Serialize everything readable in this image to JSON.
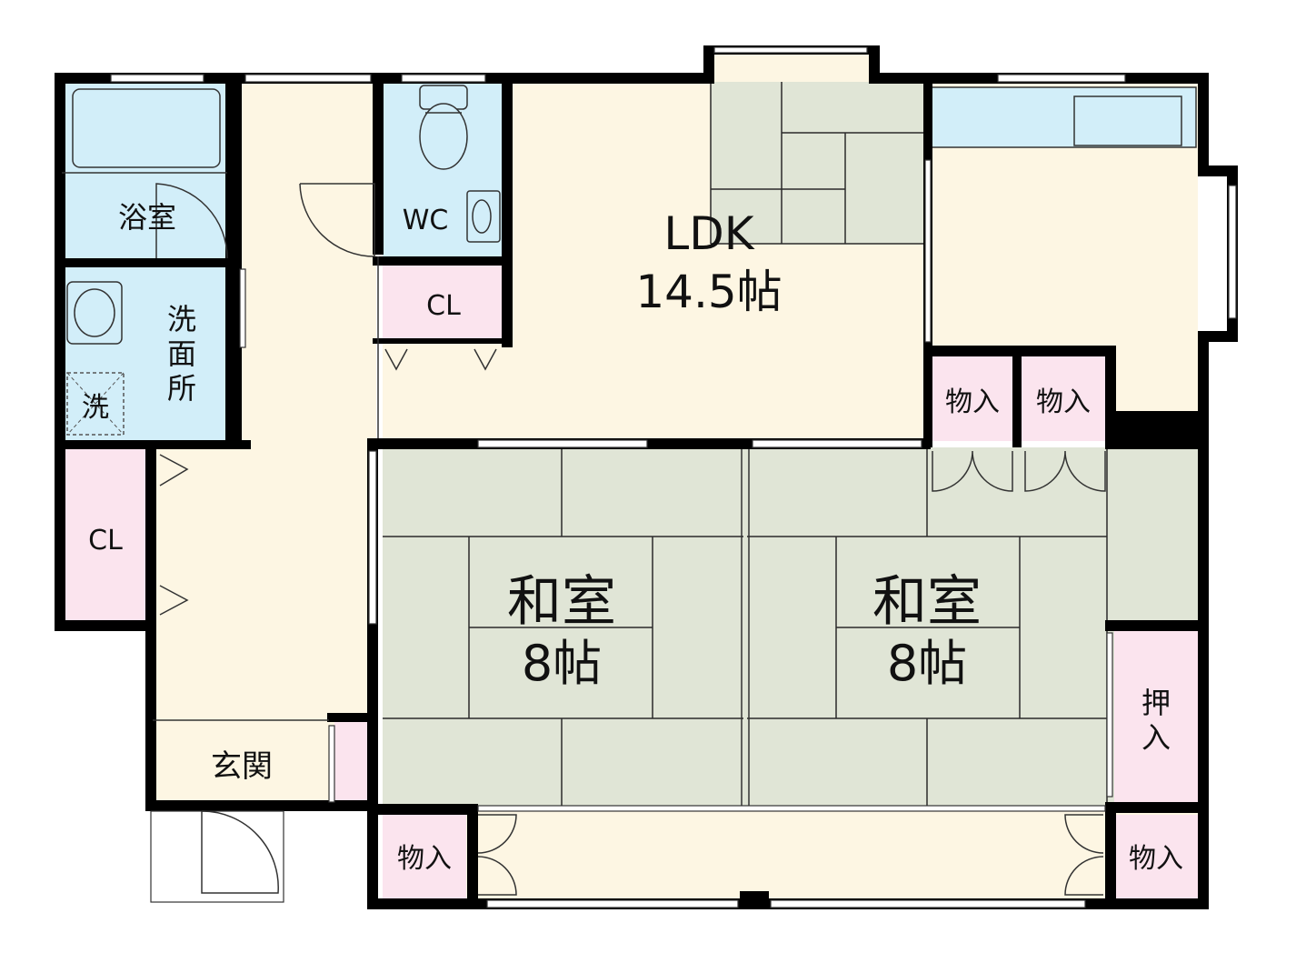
{
  "colors": {
    "wall": "#000000",
    "wet_area": "#d2eef9",
    "floor_wood": "#fdf6e3",
    "tatami": "#e0e5d6",
    "storage": "#fbe4ee"
  },
  "rooms": {
    "ldk": {
      "name": "LDK",
      "size": "14.5帖"
    },
    "washitsu_left": {
      "name": "和室",
      "size": "8帖"
    },
    "washitsu_right": {
      "name": "和室",
      "size": "8帖"
    },
    "bath": "浴室",
    "wc": "WC",
    "washroom": [
      "洗",
      "面",
      "所"
    ],
    "washer": "洗",
    "entrance": "玄関",
    "closet_top": "CL",
    "closet_left": "CL",
    "storage_1": "物入",
    "storage_2": "物入",
    "storage_bottom_left": "物入",
    "storage_bottom_right": "物入",
    "oshiire": [
      "押",
      "入"
    ]
  }
}
